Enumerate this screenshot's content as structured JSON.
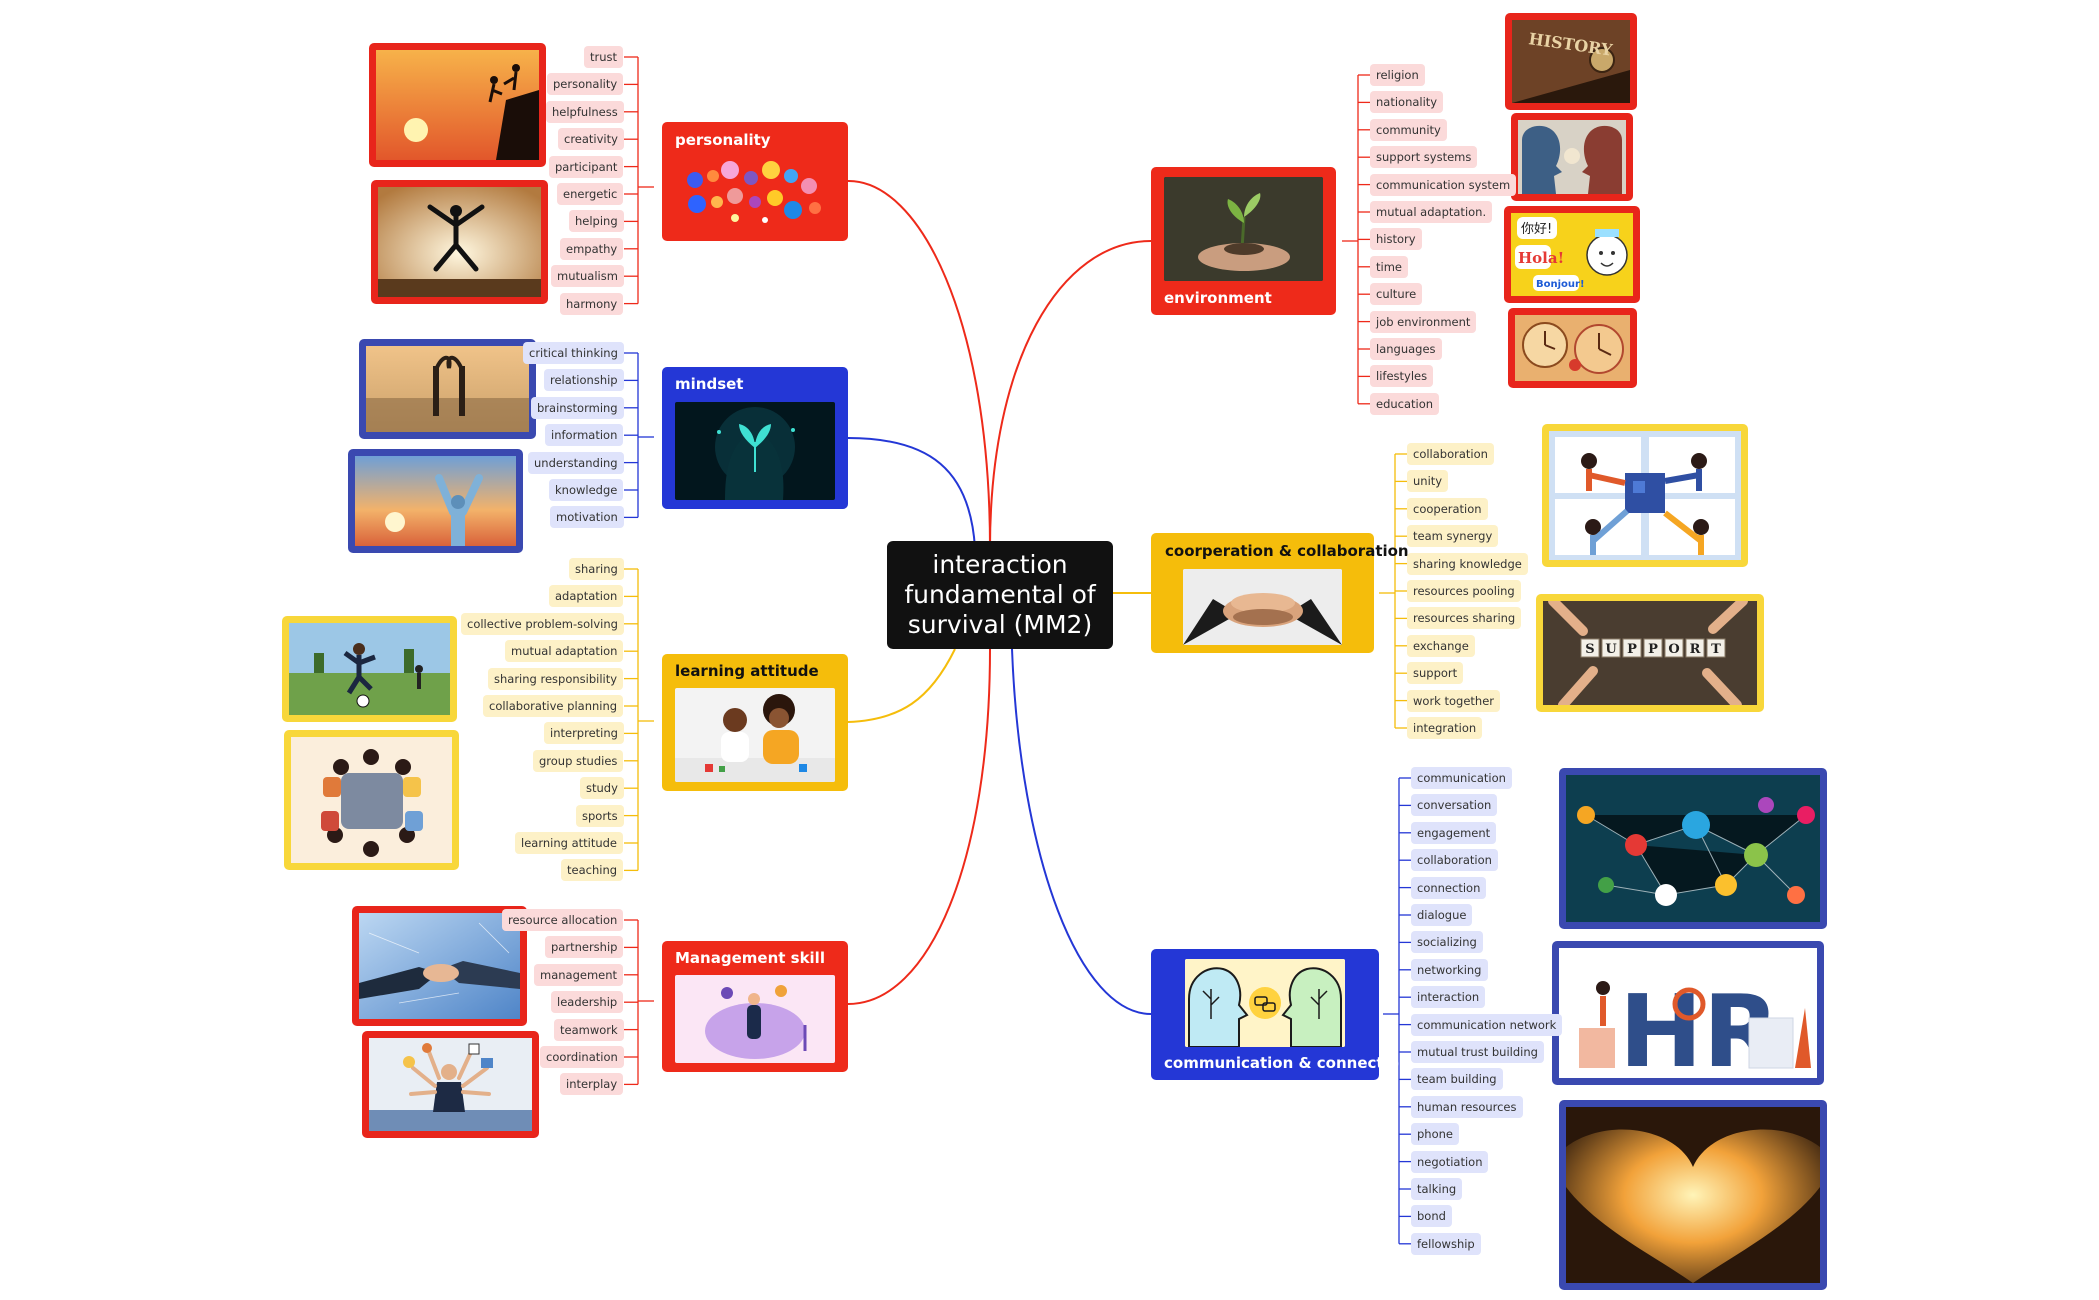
{
  "center": {
    "title_lines": [
      "interaction",
      "fundamental of",
      "survival (MM2)"
    ]
  },
  "colors": {
    "red": "#ee2a1a",
    "blue": "#2437d6",
    "yellow": "#f5bd0b",
    "pill_red": "#fbdada",
    "pill_blue": "#dfe3fb",
    "pill_yellow": "#fdf1c7",
    "photo_red": "#e8251b",
    "photo_blue": "#3a49b0",
    "photo_yellow": "#f8d73a"
  },
  "branches": {
    "personality": {
      "title": "personality",
      "items": [
        "trust",
        "personality",
        "helpfulness",
        "creativity",
        "participant",
        "energetic",
        "helping",
        "empathy",
        "mutualism",
        "harmony"
      ]
    },
    "mindset": {
      "title": "mindset",
      "items": [
        "critical thinking",
        "relationship",
        "brainstorming",
        "information",
        "understanding",
        "knowledge",
        "motivation"
      ]
    },
    "learning_attitude": {
      "title": "learning attitude",
      "items": [
        "sharing",
        "adaptation",
        "collective problem-solving",
        "mutual adaptation",
        "sharing responsibility",
        "collaborative planning",
        "interpreting",
        "group studies",
        "study",
        "sports",
        "learning attitude",
        "teaching"
      ]
    },
    "management_skill": {
      "title": "Management skill",
      "items": [
        "resource allocation",
        "partnership",
        "management",
        "leadership",
        "teamwork",
        "coordination",
        "interplay"
      ]
    },
    "environment": {
      "title": "environment",
      "items": [
        "religion",
        "nationality",
        "community",
        "support systems",
        "communication system",
        "mutual adaptation.",
        "history",
        "time",
        "culture",
        "job environment",
        "languages",
        "lifestyles",
        "education"
      ]
    },
    "cooperation": {
      "title": "coorperation & collaboration",
      "items": [
        "collaboration",
        "unity",
        "cooperation",
        "team synergy",
        "sharing knowledge",
        "resources pooling",
        "resources sharing",
        "exchange",
        "support",
        "work together",
        "integration"
      ]
    },
    "communication": {
      "title": "communication & connection",
      "items": [
        "communication",
        "conversation",
        "engagement",
        "collaboration",
        "connection",
        "dialogue",
        "socializing",
        "networking",
        "interaction",
        "communication network",
        "mutual trust building",
        "team building",
        "human resources",
        "phone",
        "negotiation",
        "talking",
        "bond",
        "fellowship"
      ]
    }
  },
  "image_text": {
    "history": "HISTORY",
    "nihao": "你好!",
    "hola": "Hola!",
    "bonjour": "Bonjour!",
    "support": [
      "S",
      "U",
      "P",
      "P",
      "O",
      "R",
      "T"
    ],
    "hr": "HR"
  }
}
